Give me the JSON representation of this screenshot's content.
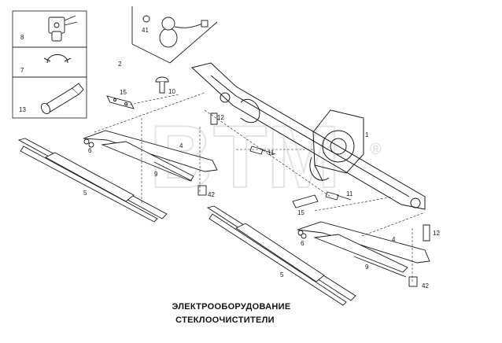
{
  "watermark": {
    "text": "BTM",
    "registered": "®"
  },
  "title": {
    "line1": "ЭЛЕКТРООБОРУДОВАНИЕ",
    "line2": "СТЕКЛООЧИСТИТЕЛИ"
  },
  "callouts": {
    "c8": "8",
    "c7": "7",
    "c13": "13",
    "c41": "41",
    "c2": "2",
    "c15a": "15",
    "c10": "10",
    "c12a": "12",
    "c1": "1",
    "c6a": "6",
    "c4a": "4",
    "c11a": "11",
    "c9a": "9",
    "c42a": "42",
    "c5a": "5",
    "c11b": "11",
    "c15b": "15",
    "c12b": "12",
    "c6b": "6",
    "c4b": "4",
    "c9b": "9",
    "c5b": "5",
    "c42b": "42"
  },
  "colors": {
    "line": "#1a1a1a",
    "watermark": "#d9d9d9",
    "background": "#ffffff"
  }
}
